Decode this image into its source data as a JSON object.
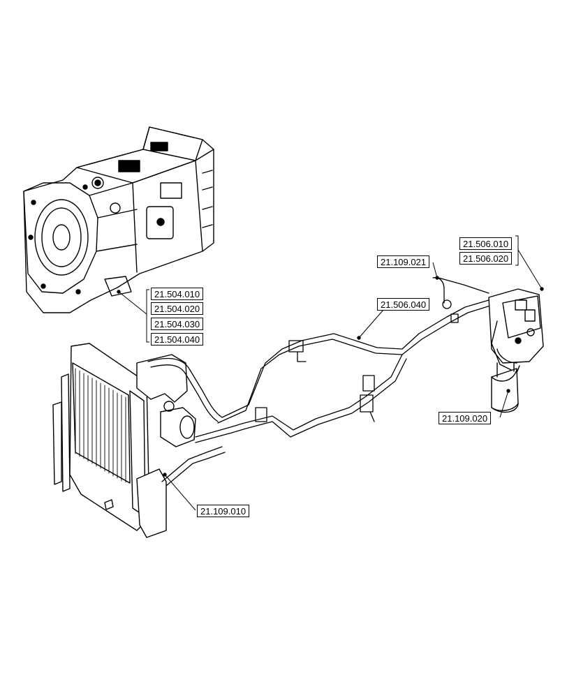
{
  "references": {
    "group_21_504": [
      "21.504.010",
      "21.504.020",
      "21.504.030",
      "21.504.040"
    ],
    "group_21_506": [
      "21.506.010",
      "21.506.020"
    ],
    "pipe_main": "21.506.040",
    "hose_filter": "21.109.021",
    "filter": "21.109.020",
    "cooler": "21.109.010"
  }
}
